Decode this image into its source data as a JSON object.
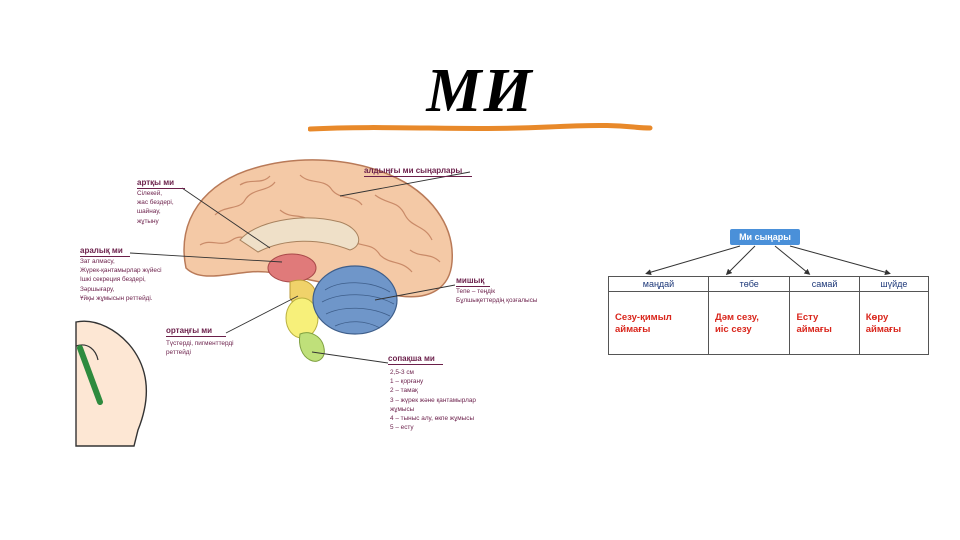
{
  "title": "МИ",
  "brain_labels": {
    "arky_mi": {
      "head": "артқы ми",
      "desc": "Сілекей,\nжас бездері,\nшайнау,\nжұтыну"
    },
    "aldyngy": {
      "head": "алдыңғы ми сыңарлары"
    },
    "aralyk_mi": {
      "head": "аралық ми",
      "desc": "Зат алмасу,\nЖүрек-қантамырлар жүйесі\nІшкі секреция бездері,\nЗәршығару,\nҰйқы жұмысын реттейді."
    },
    "mishyk": {
      "head": "мишық",
      "desc": "Тепе – теңдік\nБұлшықеттердің қозғалысы"
    },
    "ortangy_mi": {
      "head": "ортаңғы ми",
      "desc": "Түстерді, пигменттерді\nреттейді"
    },
    "sopaksha_mi": {
      "head": "сопақша ми",
      "desc": "2,5-3 см\n1 – қорғану\n2 – тамақ\n3 – жүрек және қантамырлар\nжұмысы\n4 – тыныс алу, өкпе жұмысы\n5 – есту"
    }
  },
  "lobes": {
    "badge": "Ми сыңары",
    "headers": [
      "маңдай",
      "төбе",
      "самай",
      "шүйде"
    ],
    "cells": [
      "Сезу-қимыл\nаймағы",
      "Дәм сезу,\nиіс сезу",
      "Есту\nаймағы",
      "Көру\nаймағы"
    ]
  },
  "colors": {
    "label": "#6b1f4a",
    "badge": "#4a90d9",
    "cell_text": "#d9261c",
    "underline": "#e8892a"
  }
}
